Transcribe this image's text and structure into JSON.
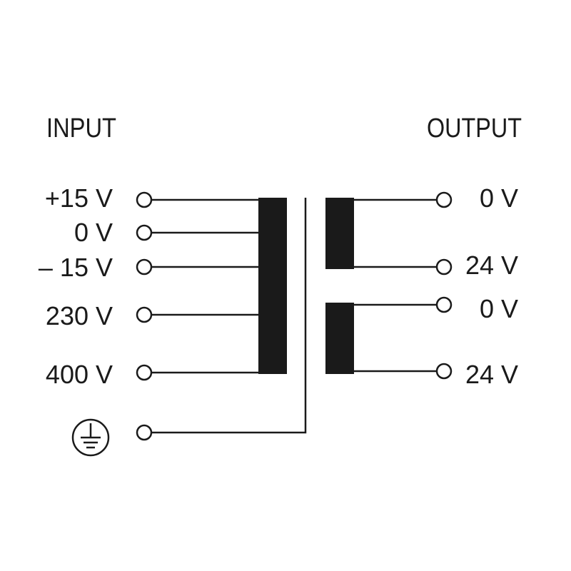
{
  "input": {
    "heading": "INPUT",
    "terminals": [
      "+15 V",
      "0 V",
      "– 15 V",
      "230 V",
      "400 V"
    ],
    "ground_icon": "protective-earth-icon"
  },
  "output": {
    "heading": "OUTPUT",
    "winding_1": [
      "0 V",
      "24 V"
    ],
    "winding_2": [
      "0 V",
      "24 V"
    ]
  },
  "colors": {
    "ink": "#1a1a1a",
    "background": "#ffffff"
  }
}
